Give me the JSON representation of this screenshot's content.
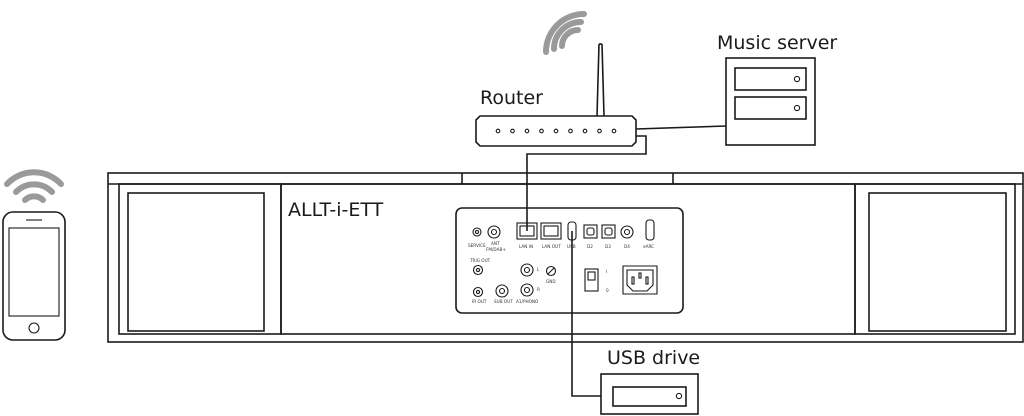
{
  "labels": {
    "router": "Router",
    "music_server": "Music server",
    "usb_drive": "USB drive",
    "product": "ALLT-i-ETT"
  },
  "ports": {
    "service": "SERVICE",
    "ant": "ANT",
    "ant_sub": "FM/DAB+",
    "lan_in": "LAN IN",
    "lan_out": "LAN OUT",
    "usb": "USB",
    "d2": "D2",
    "d3": "D3",
    "d4": "D4",
    "earc": "eARC",
    "trig_out": "TRIG OUT",
    "ir_out": "IR OUT",
    "sub_out": "SUB OUT",
    "a1_phono": "A1/PHONO",
    "gnd": "GND",
    "l": "L",
    "r": "R",
    "switch_on": "I",
    "switch_off": "0"
  },
  "colors": {
    "line": "#1a1a1a",
    "wifi": "#9a9a9a"
  }
}
